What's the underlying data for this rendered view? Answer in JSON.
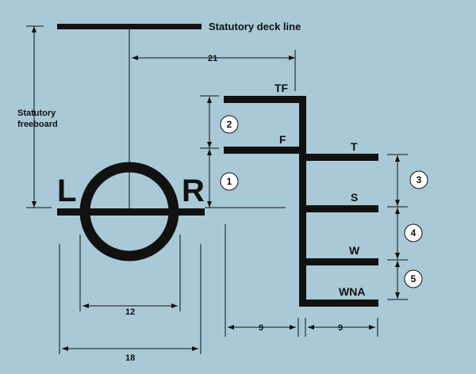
{
  "labels": {
    "deck_line": "Statutory deck line",
    "freeboard_line1": "Statutory",
    "freeboard_line2": "freeboard",
    "left_letter": "L",
    "right_letter": "R",
    "tf": "TF",
    "f": "F",
    "t": "T",
    "s": "S",
    "w": "W",
    "wna": "WNA"
  },
  "dimensions": {
    "deck_to_mark": "21",
    "ring_inner": "12",
    "ring_outer": "18",
    "left_branch": "9",
    "right_branch": "9"
  },
  "callouts": [
    "1",
    "2",
    "3",
    "4",
    "5"
  ],
  "colors": {
    "background": "#a9c9d6",
    "ink": "#111111",
    "callout_fill": "#ffffff"
  }
}
